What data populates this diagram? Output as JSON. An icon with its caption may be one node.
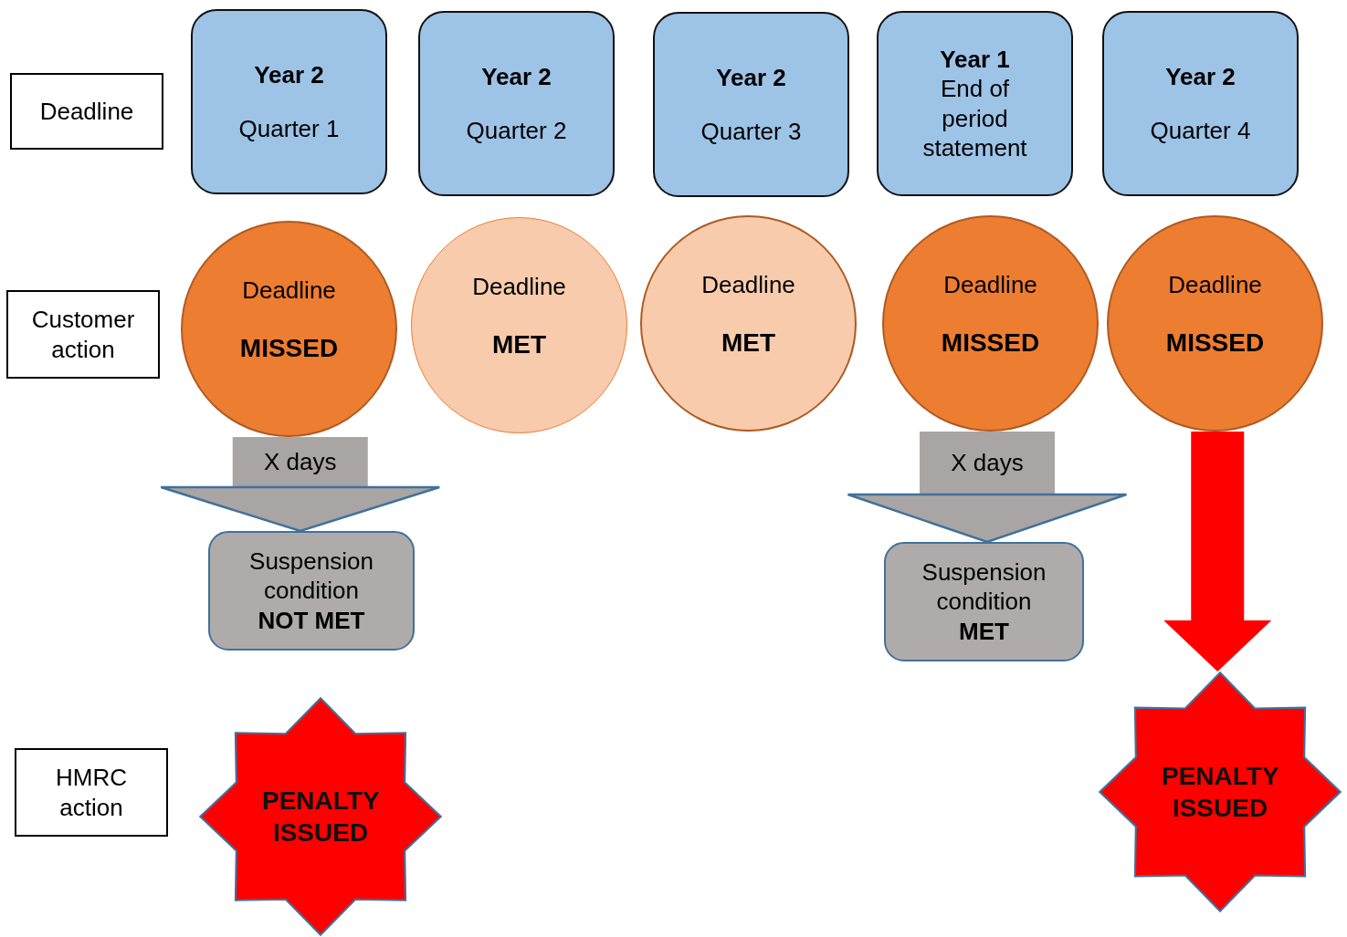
{
  "diagram": {
    "nodes": [
      {
        "text": [
          "Deadline"
        ]
      },
      {
        "text": [
          "Year 2",
          "Quarter 1"
        ]
      },
      {
        "text": [
          "Year 2",
          "Quarter 2"
        ]
      },
      {
        "text": [
          "Year 2",
          "Quarter 3"
        ]
      },
      {
        "text": [
          "Year 1",
          "End of period statement"
        ]
      },
      {
        "text": [
          "Year 2",
          "Quarter 4"
        ]
      },
      {
        "text": [
          "Customer action"
        ]
      },
      {
        "text": [
          "Deadline",
          "MISSED"
        ]
      },
      {
        "text": [
          "Deadline",
          "MET"
        ]
      },
      {
        "text": [
          "Deadline",
          "MET"
        ]
      },
      {
        "text": [
          "Deadline",
          "MISSED"
        ]
      },
      {
        "text": [
          "Deadline",
          "MISSED"
        ]
      },
      {
        "text": [
          "Suspension condition",
          "NOT MET"
        ]
      },
      {
        "text": [
          "Suspension condition",
          "MET"
        ]
      },
      {
        "text": [
          "HMRC action"
        ]
      },
      {
        "text": [
          "PENALTY ISSUED"
        ]
      },
      {
        "text": [
          "PENALTY ISSUED"
        ]
      }
    ],
    "edges": [
      {
        "from": 7,
        "to": 12,
        "arrow": "to",
        "label": "X days"
      },
      {
        "from": 10,
        "to": 13,
        "arrow": "to",
        "label": "X days"
      },
      {
        "from": 11,
        "to": 16,
        "arrow": "to",
        "color": "#ff0000"
      }
    ]
  }
}
